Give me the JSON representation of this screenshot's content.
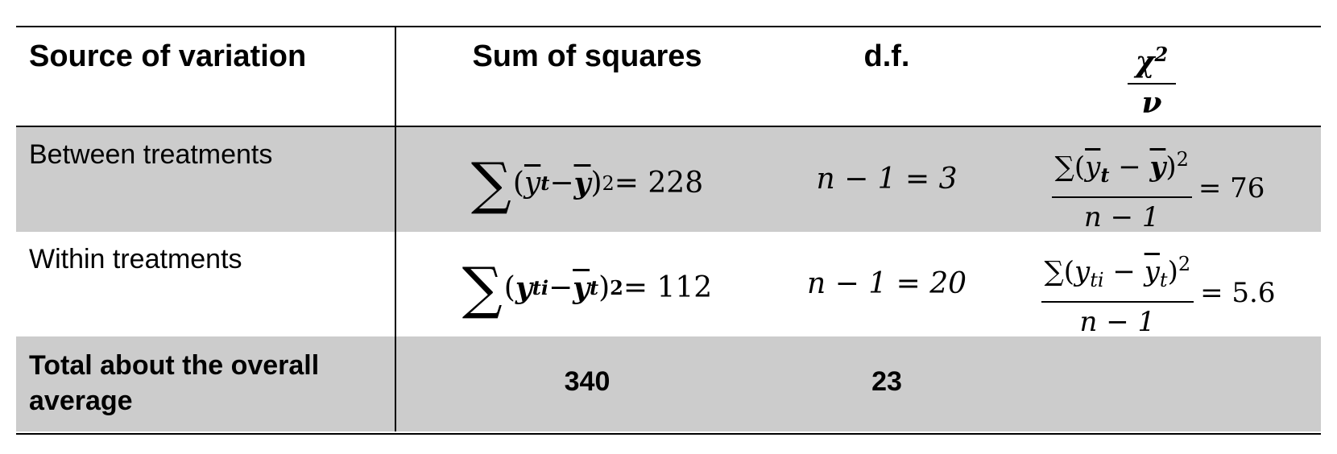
{
  "headers": {
    "source": "Source of variation",
    "sum_of_squares": "Sum of squares",
    "df": "d.f.",
    "chi_num": "χ",
    "chi_exp": "2",
    "chi_den": "ν"
  },
  "rows": [
    {
      "source": "Between treatments",
      "ss": {
        "sigma": "∑",
        "open": "(",
        "a": "y",
        "a_sub": "t",
        "minus": " − ",
        "b": "y",
        "close": ")",
        "exp": "2",
        "eq": " = 228"
      },
      "df": "n − 1 = 3",
      "chi": {
        "num_a": "∑(",
        "a": "y",
        "a_sub": "t",
        "minus": " − ",
        "b": "y",
        "close": ")",
        "exp": "2",
        "den": "n − 1",
        "eq": "= 76"
      }
    },
    {
      "source": "Within treatments",
      "ss": {
        "sigma": "∑",
        "open": "(",
        "a": "y",
        "a_sub": "ti",
        "minus": " − ",
        "b": "y",
        "b_sub": "t",
        "close": ")",
        "exp": "2",
        "eq": " = 112"
      },
      "df": "n − 1 = 20",
      "chi": {
        "num_a": "∑(",
        "a": "y",
        "a_sub": "ti",
        "minus": " − ",
        "b": "y",
        "b_sub": "t",
        "close": ")",
        "exp": "2",
        "den": "n − 1",
        "eq": "= 5.6"
      }
    },
    {
      "source": "Total about the overall average",
      "ss": "340",
      "df": "23"
    }
  ]
}
